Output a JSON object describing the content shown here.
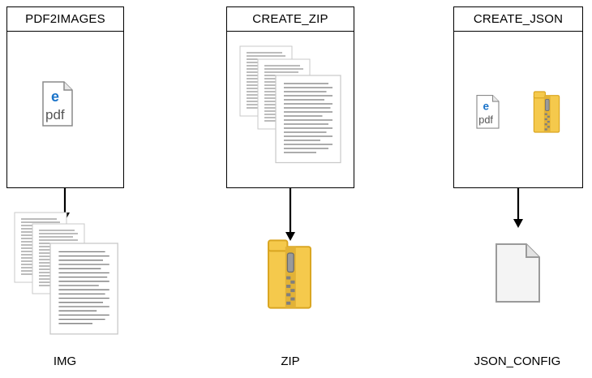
{
  "steps": [
    {
      "title": "PDF2IMAGES",
      "icon": "pdf-icon"
    },
    {
      "title": "CREATE_ZIP",
      "icon": "documents-stack-icon"
    },
    {
      "title": "CREATE_JSON",
      "icon": "pdf-and-zip-icons"
    }
  ],
  "outputs": [
    {
      "label": "IMG",
      "icon": "images-stack-icon"
    },
    {
      "label": "ZIP",
      "icon": "zip-folder-icon"
    },
    {
      "label": "JSON_CONFIG",
      "icon": "blank-file-icon"
    }
  ],
  "colors": {
    "edge_blue": "#1a73c9",
    "zip_yellow": "#f5c94c",
    "zip_dark": "#d9a520",
    "line": "#000000"
  }
}
